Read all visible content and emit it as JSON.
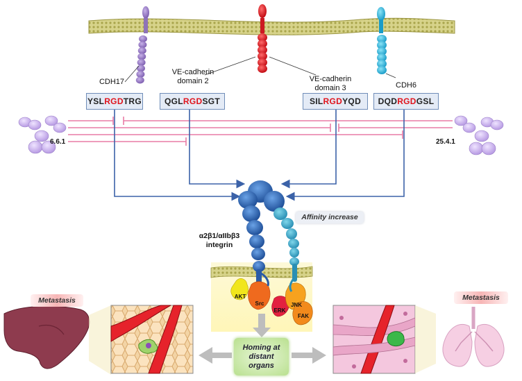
{
  "receptors": [
    {
      "name": "CDH17",
      "seq_pre": "YSL",
      "seq_rgd": "RGD",
      "seq_post": "TRG"
    },
    {
      "name": "VE-cadherin domain 2",
      "name_l1": "VE-cadherin",
      "name_l2": "domain 2",
      "seq_pre": "QGL",
      "seq_rgd": "RGD",
      "seq_post": "SGT"
    },
    {
      "name": "VE-cadherin domain 3",
      "name_l1": "VE-cadherin",
      "name_l2": "domain 3",
      "seq_pre": "SIL",
      "seq_rgd": "RGD",
      "seq_post": "YQD"
    },
    {
      "name": "CDH6",
      "seq_pre": "DQD",
      "seq_rgd": "RGD",
      "seq_post": "GSL"
    }
  ],
  "antibodies": {
    "left": "6.6.1",
    "right": "25.4.1"
  },
  "integrin": {
    "label_l1": "α2β1/αIIbβ3",
    "label_l2": "integrin",
    "affinity_label": "Affinity increase"
  },
  "kinases": [
    "AKT",
    "Src",
    "ERK",
    "JNK",
    "FAK"
  ],
  "outcome": {
    "metastasis_left": "Metastasis",
    "metastasis_right": "Metastasis",
    "homing_l1": "Homing at",
    "homing_l2": "distant",
    "homing_l3": "organs"
  },
  "colors": {
    "rgd": "#e0141c",
    "membrane": "#c9c56a",
    "cdh17": "#9b7fc2",
    "ve_cadherin": "#e8141c",
    "cdh6": "#29b3dc",
    "blocking_line": "#e97ca6",
    "arrow": "#3b62a8",
    "liver": "#8e3b4e"
  }
}
